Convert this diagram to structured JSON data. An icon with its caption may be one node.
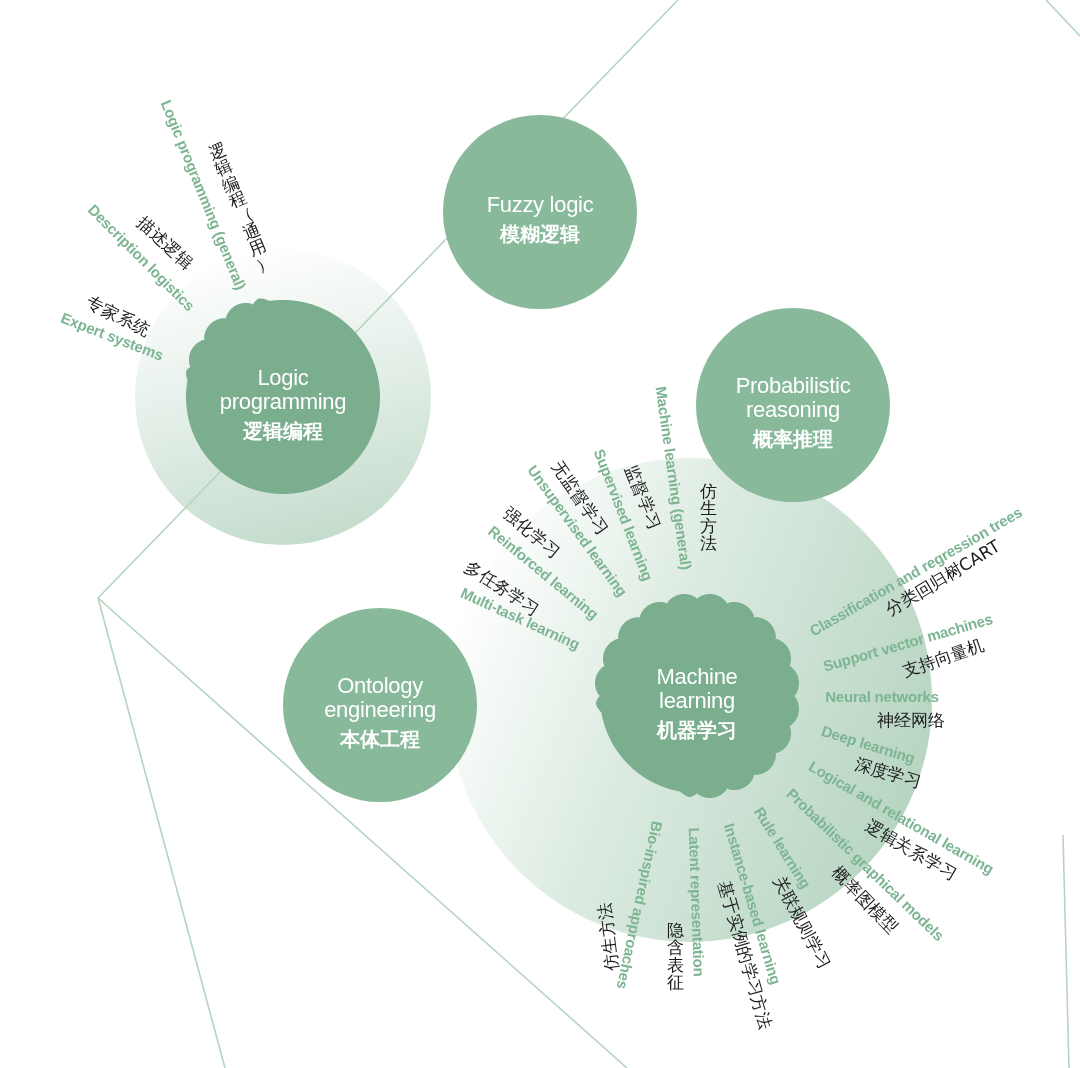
{
  "diagram": {
    "nodes": [
      {
        "text": [
          "Fuzzy logic",
          "模糊逻辑"
        ]
      },
      {
        "text": [
          "Logic programming",
          "逻辑编程"
        ],
        "beside": [
          "Logic programming (general)",
          "逻辑编程（通用）",
          "Description logistics",
          "描述逻辑",
          "Expert systems",
          "专家系统"
        ]
      },
      {
        "text": [
          "Probabilistic reasoning",
          "概率推理"
        ]
      },
      {
        "text": [
          "Ontology engineering",
          "本体工程"
        ]
      },
      {
        "text": [
          "Machine learning",
          "机器学习"
        ],
        "beside": [
          "Multi-task learning",
          "多任务学习",
          "Reinforced learning",
          "强化学习",
          "Unsupervised learning",
          "无监督学习",
          "Supervised learning",
          "监督学习",
          "Machine learning (general)",
          "仿生方法",
          "Classification and regression trees",
          "分类回归树CART",
          "Support vector machines",
          "支持向量机",
          "Neural networks",
          "神经网络",
          "Deep learning",
          "深度学习",
          "Logical and relational learning",
          "逻辑关系学习",
          "Probabilistic graphical models",
          "概率图模型",
          "Rule learning",
          "关联规则学习",
          "Instance-based learning",
          "基于实例的学习方法",
          "Latent representation",
          "隐含表征",
          "Bio-inspired approaches",
          "仿生方法"
        ]
      }
    ]
  }
}
